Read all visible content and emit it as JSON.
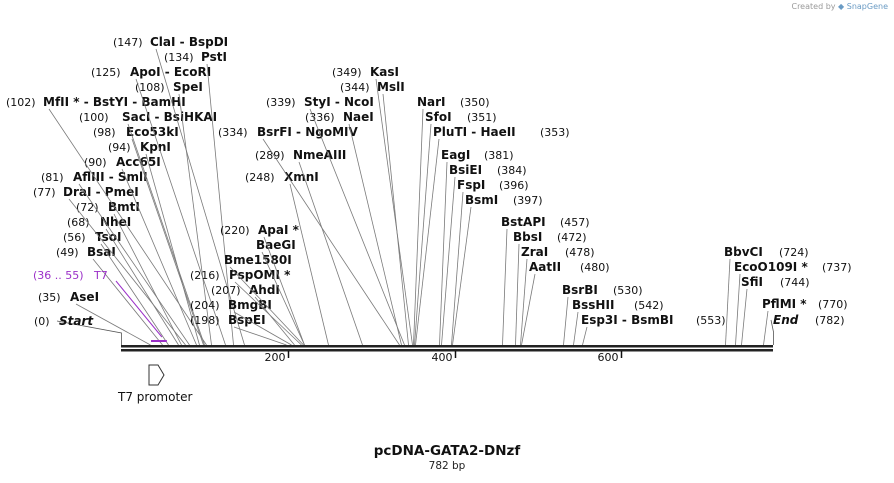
{
  "credit": {
    "prefix": "Created by",
    "brand": "SnapGene"
  },
  "map": {
    "name": "pcDNA-GATA2-DNzf",
    "length_label": "782 bp",
    "length": 782
  },
  "ruler": {
    "ticks": [
      "200",
      "400",
      "600"
    ]
  },
  "primer": {
    "range": "(36 .. 55)",
    "name": "T7",
    "color": "#9b30c8"
  },
  "feature": {
    "name": "T7 promoter"
  },
  "sites": [
    {
      "label": "Start",
      "pos": "(0)",
      "italic": true
    },
    {
      "label": "AseI",
      "pos": "(35)"
    },
    {
      "label": "BsaI",
      "pos": "(49)"
    },
    {
      "label": "TsoI",
      "pos": "(56)"
    },
    {
      "label": "NheI",
      "pos": "(68)"
    },
    {
      "label": "BmtI",
      "pos": "(72)"
    },
    {
      "label": "DraI  -  PmeI",
      "pos": "(77)"
    },
    {
      "label": "AflIII  -  SmlI",
      "pos": "(81)"
    },
    {
      "label": "Acc65I",
      "pos": "(90)"
    },
    {
      "label": "KpnI",
      "pos": "(94)"
    },
    {
      "label": "Eco53kI",
      "pos": "(98)"
    },
    {
      "label": "SacI  -  BsiHKAI",
      "pos": "(100)"
    },
    {
      "label": "MfII *  -  BstYI  -  BamHI",
      "pos": "(102)"
    },
    {
      "label": "SpeI",
      "pos": "(108)"
    },
    {
      "label": "ApoI  -  EcoRI",
      "pos": "(125)"
    },
    {
      "label": "PstI",
      "pos": "(134)"
    },
    {
      "label": "ClaI  -  BspDI",
      "pos": "(147)"
    },
    {
      "label": "BspEI",
      "pos": "(198)"
    },
    {
      "label": "BmgBI",
      "pos": "(204)"
    },
    {
      "label": "AhdI",
      "pos": "(207)"
    },
    {
      "label": "PspOMI *",
      "pos": "(216)"
    },
    {
      "label": "Bme1580I",
      "pos": ""
    },
    {
      "label": "BaeGI",
      "pos": ""
    },
    {
      "label": "ApaI *",
      "pos": "(220)"
    },
    {
      "label": "XmnI",
      "pos": "(248)"
    },
    {
      "label": "NmeAIII",
      "pos": "(289)"
    },
    {
      "label": "BsrFI  -  NgoMIV",
      "pos": "(334)"
    },
    {
      "label": "NaeI",
      "pos": "(336)"
    },
    {
      "label": "StyI  -  NcoI",
      "pos": "(339)"
    },
    {
      "label": "MslI",
      "pos": "(344)"
    },
    {
      "label": "KasI",
      "pos": "(349)"
    },
    {
      "label": "NarI",
      "pos": "(350)"
    },
    {
      "label": "SfoI",
      "pos": "(351)"
    },
    {
      "label": "PluTI  -  HaeII",
      "pos": "(353)"
    },
    {
      "label": "EagI",
      "pos": "(381)"
    },
    {
      "label": "BsiEI",
      "pos": "(384)"
    },
    {
      "label": "FspI",
      "pos": "(396)"
    },
    {
      "label": "BsmI",
      "pos": "(397)"
    },
    {
      "label": "BstAPI",
      "pos": "(457)"
    },
    {
      "label": "BbsI",
      "pos": "(472)"
    },
    {
      "label": "ZraI",
      "pos": "(478)"
    },
    {
      "label": "AatII",
      "pos": "(480)"
    },
    {
      "label": "BsrBI",
      "pos": "(530)"
    },
    {
      "label": "BssHII",
      "pos": "(542)"
    },
    {
      "label": "Esp3I  -  BsmBI",
      "pos": "(553)"
    },
    {
      "label": "BbvCI",
      "pos": "(724)"
    },
    {
      "label": "EcoO109I *",
      "pos": "(737)"
    },
    {
      "label": "SfiI",
      "pos": "(744)"
    },
    {
      "label": "PflMI *",
      "pos": "(770)"
    },
    {
      "label": "End",
      "pos": "(782)",
      "italic": true
    }
  ]
}
